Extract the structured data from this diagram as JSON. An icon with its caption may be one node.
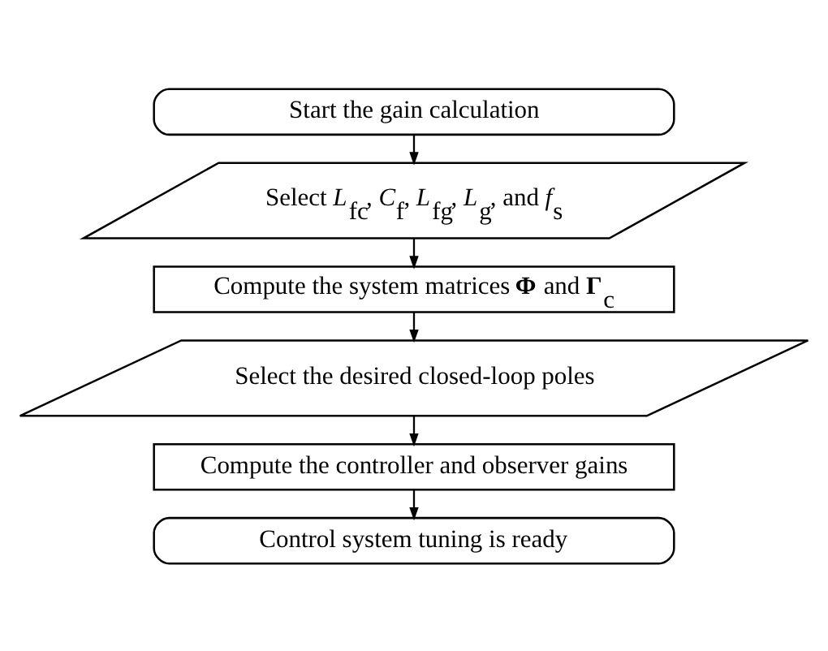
{
  "diagram": {
    "nodes": [
      {
        "text": [
          "Start the gain calculation"
        ]
      },
      {
        "text": [
          "Select *L*$_{fc}$, *C*$_{f}$, *L*$_{fg}$, *L*$_{g}$, and *f*$_{s}$"
        ]
      },
      {
        "text": [
          "Compute the system matrices **Φ** and **Γ**$_{c}$"
        ]
      },
      {
        "text": [
          "Select the desired closed-loop poles"
        ]
      },
      {
        "text": [
          "Compute the controller and observer gains"
        ]
      },
      {
        "text": [
          "Control system tuning is ready"
        ]
      }
    ],
    "edges": [
      {
        "from": 0,
        "to": 1,
        "arrow": "to"
      },
      {
        "from": 1,
        "to": 2,
        "arrow": "to"
      },
      {
        "from": 2,
        "to": 3,
        "arrow": "to"
      },
      {
        "from": 3,
        "to": 4,
        "arrow": "to"
      },
      {
        "from": 4,
        "to": 5,
        "arrow": "to"
      }
    ]
  }
}
